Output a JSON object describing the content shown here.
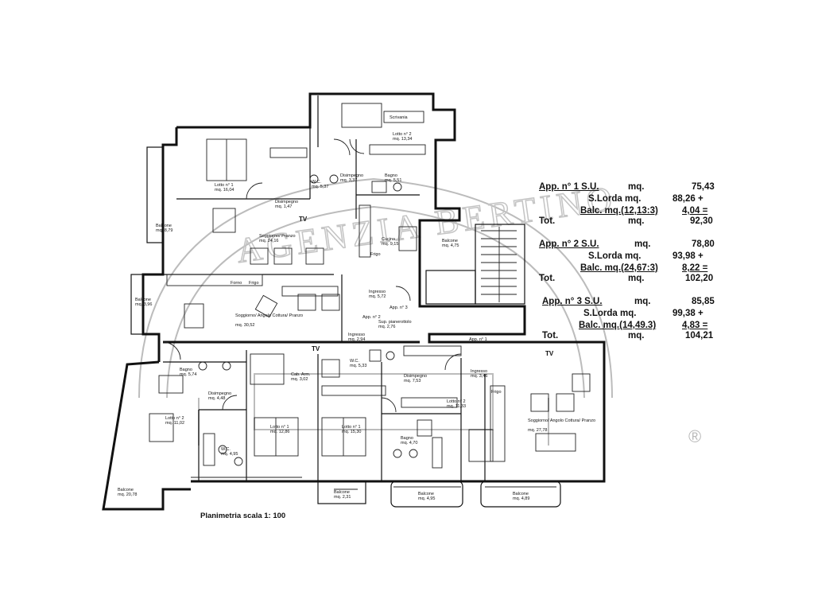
{
  "caption": "Planimetria  scala 1: 100",
  "registered_mark": "®",
  "apartments": [
    {
      "title": "App. n° 1 S.U.",
      "su_unit": "mq.",
      "su_value": "75,43",
      "lorda_label": "S.Lorda mq.",
      "lorda_value": "88,26 +",
      "balc_label": "Balc. mq.(12,13:3)",
      "balc_value": "4,04 =",
      "tot_label": "Tot.",
      "tot_unit": "mq.",
      "tot_value": "92,30"
    },
    {
      "title": "App. n° 2 S.U.",
      "su_unit": "mq.",
      "su_value": "78,80",
      "lorda_label": "S.Lorda  mq.",
      "lorda_value": "93,98 +",
      "balc_label": "Balc. mq.(24,67:3)",
      "balc_value": "8,22 =",
      "tot_label": "Tot.",
      "tot_unit": "mq.",
      "tot_value": "102,20"
    },
    {
      "title": "App. n° 3 S.U.",
      "su_unit": "mq.",
      "su_value": "85,85",
      "lorda_label": "S.Lorda mq.",
      "lorda_value": "99,38 +",
      "balc_label": "Balc. mq.(14,49.3)",
      "balc_value": "4,83 =",
      "tot_label": "Tot.",
      "tot_unit": "mq.",
      "tot_value": "104,21"
    }
  ],
  "rooms": [
    {
      "name": "Lotto n° 1",
      "area": "mq. 16,04"
    },
    {
      "name": "Disimpegno",
      "area": "mq. 3,37"
    },
    {
      "name": "Lotto n° 2",
      "area": "mq. 13,34"
    },
    {
      "name": "Scrivania",
      "area": ""
    },
    {
      "name": "Bagno",
      "area": "mq. 5,51"
    },
    {
      "name": "W.C.",
      "area": "mq. 5,37"
    },
    {
      "name": "Disimpegno",
      "area": "mq. 1,47"
    },
    {
      "name": "Soggiorno/ Pranzo",
      "area": "mq. 24,16"
    },
    {
      "name": "Cucina",
      "area": "mq. 9,15"
    },
    {
      "name": "Balcone",
      "area": "mq. 4,75"
    },
    {
      "name": "Balcone",
      "area": "mq. 8,79"
    },
    {
      "name": "Ingresso",
      "area": "mq. 5,72"
    },
    {
      "name": "Soggiorno/ Angolo Cottura/ Pranzo",
      "area": "mq. 30,52"
    },
    {
      "name": "Balcone",
      "area": "mq. 3,96"
    },
    {
      "name": "Sup. pianerottolo",
      "area": "mq. 2,76"
    },
    {
      "name": "Ingresso",
      "area": "mq. 2,94"
    },
    {
      "name": "Bagno",
      "area": "mq. 5,74"
    },
    {
      "name": "Cab. Arm.",
      "area": "mq. 3,02"
    },
    {
      "name": "W.C.",
      "area": "mq. 5,33"
    },
    {
      "name": "Disimpegno",
      "area": "mq. 4,48"
    },
    {
      "name": "Disimpegno",
      "area": "mq. 7,53"
    },
    {
      "name": "Ingresso",
      "area": "mq. 3,46"
    },
    {
      "name": "Lotto n° 2",
      "area": "mq. 11,02"
    },
    {
      "name": "Lotto n° 1",
      "area": "mq. 12,86"
    },
    {
      "name": "Lotto n° 1",
      "area": "mq. 15,30"
    },
    {
      "name": "Lotto n° 2",
      "area": "mq. 11,33"
    },
    {
      "name": "Soggiorno/ Angolo Cottura/ Pranzo",
      "area": "mq. 27,78"
    },
    {
      "name": "W.C.",
      "area": "mq. 4,95"
    },
    {
      "name": "Bagno",
      "area": "mq. 4,70"
    },
    {
      "name": "Balcone",
      "area": "mq. 20,78"
    },
    {
      "name": "Balcone",
      "area": "mq. 2,31"
    },
    {
      "name": "Balcone",
      "area": "mq. 4,95"
    },
    {
      "name": "Balcone",
      "area": "mq. 4,89"
    }
  ],
  "markers": {
    "tv": "TV",
    "frigo": "Frigo",
    "forno": "Forno",
    "app1": "App. n° 1",
    "app2": "App. n° 2",
    "app3": "App. n° 3"
  }
}
